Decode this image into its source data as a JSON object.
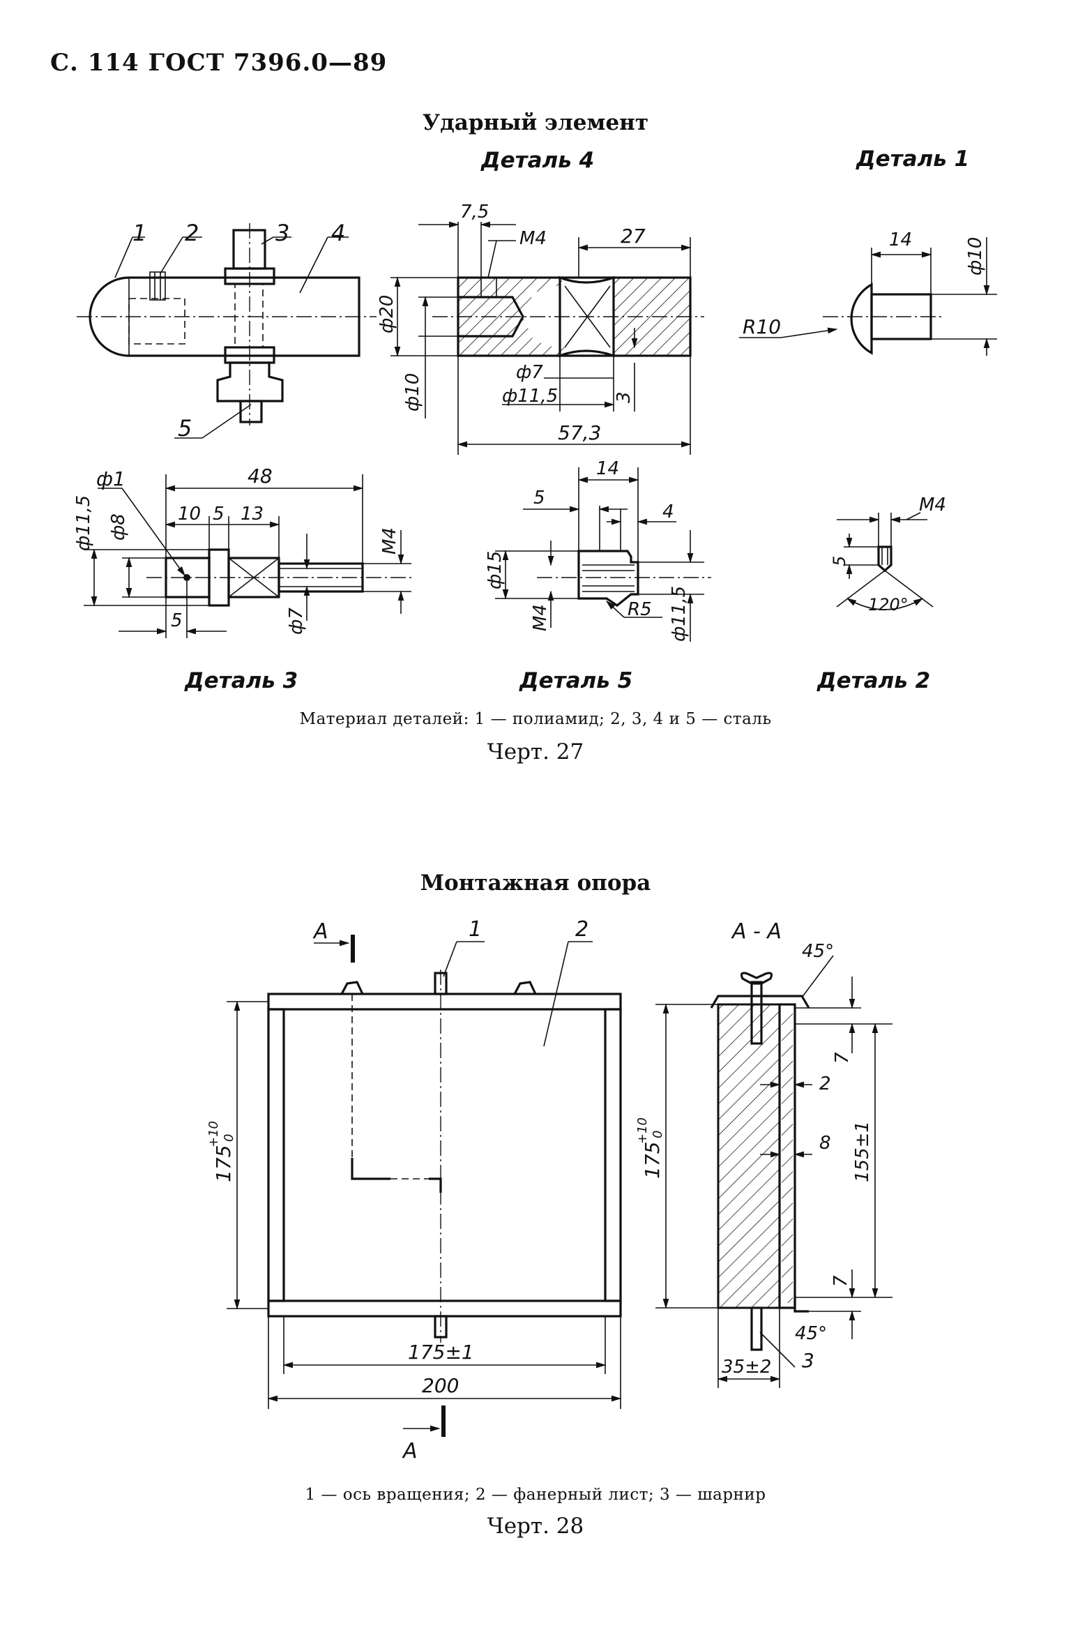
{
  "header": "С. 114 ГОСТ 7396.0—89",
  "fig27": {
    "title": "Ударный элемент",
    "details": {
      "d4": "Деталь 4",
      "d1": "Деталь 1",
      "d3": "Деталь 3",
      "d5": "Деталь 5",
      "d2": "Деталь 2"
    },
    "assembly_labels": [
      "1",
      "2",
      "3",
      "4",
      "5"
    ],
    "dims_d4": [
      "7,5",
      "М4",
      "27",
      "ф20",
      "ф10",
      "ф7",
      "ф11,5",
      "3",
      "57,3"
    ],
    "dims_d1": [
      "14",
      "ф10",
      "R10"
    ],
    "dims_d3": [
      "ф1",
      "48",
      "10",
      "5",
      "13",
      "ф11,5",
      "ф8",
      "М4",
      "5",
      "ф7"
    ],
    "dims_d5": [
      "14",
      "5",
      "4",
      "ф15",
      "М4",
      "R5",
      "ф11,5"
    ],
    "dims_d2": [
      "М4",
      "5",
      "120°"
    ],
    "material": "Материал деталей: 1 — полиамид; 2, 3, 4 и 5 — сталь",
    "caption": "Черт. 27"
  },
  "fig28": {
    "title": "Монтажная опора",
    "front": {
      "section_mark_top": "А",
      "section_mark_bottom": "А",
      "labels": [
        "1",
        "2"
      ],
      "height": "175",
      "height_tol_upper": "+10",
      "height_tol_lower": "0",
      "inner_width": "175±1",
      "width": "200"
    },
    "section": {
      "title": "А - А",
      "angle_top": "45°",
      "angle_bottom": "45°",
      "gap_top": "7",
      "gap_bottom": "7",
      "thk1": "2",
      "thk2": "8",
      "height": "175",
      "height_tol_upper": "+10",
      "height_tol_lower": "0",
      "inner_height": "155±1",
      "depth": "35±2",
      "label3": "3"
    },
    "legend": "1 — ось вращения; 2 — фанерный лист; 3 — шарнир",
    "caption": "Черт. 28"
  }
}
